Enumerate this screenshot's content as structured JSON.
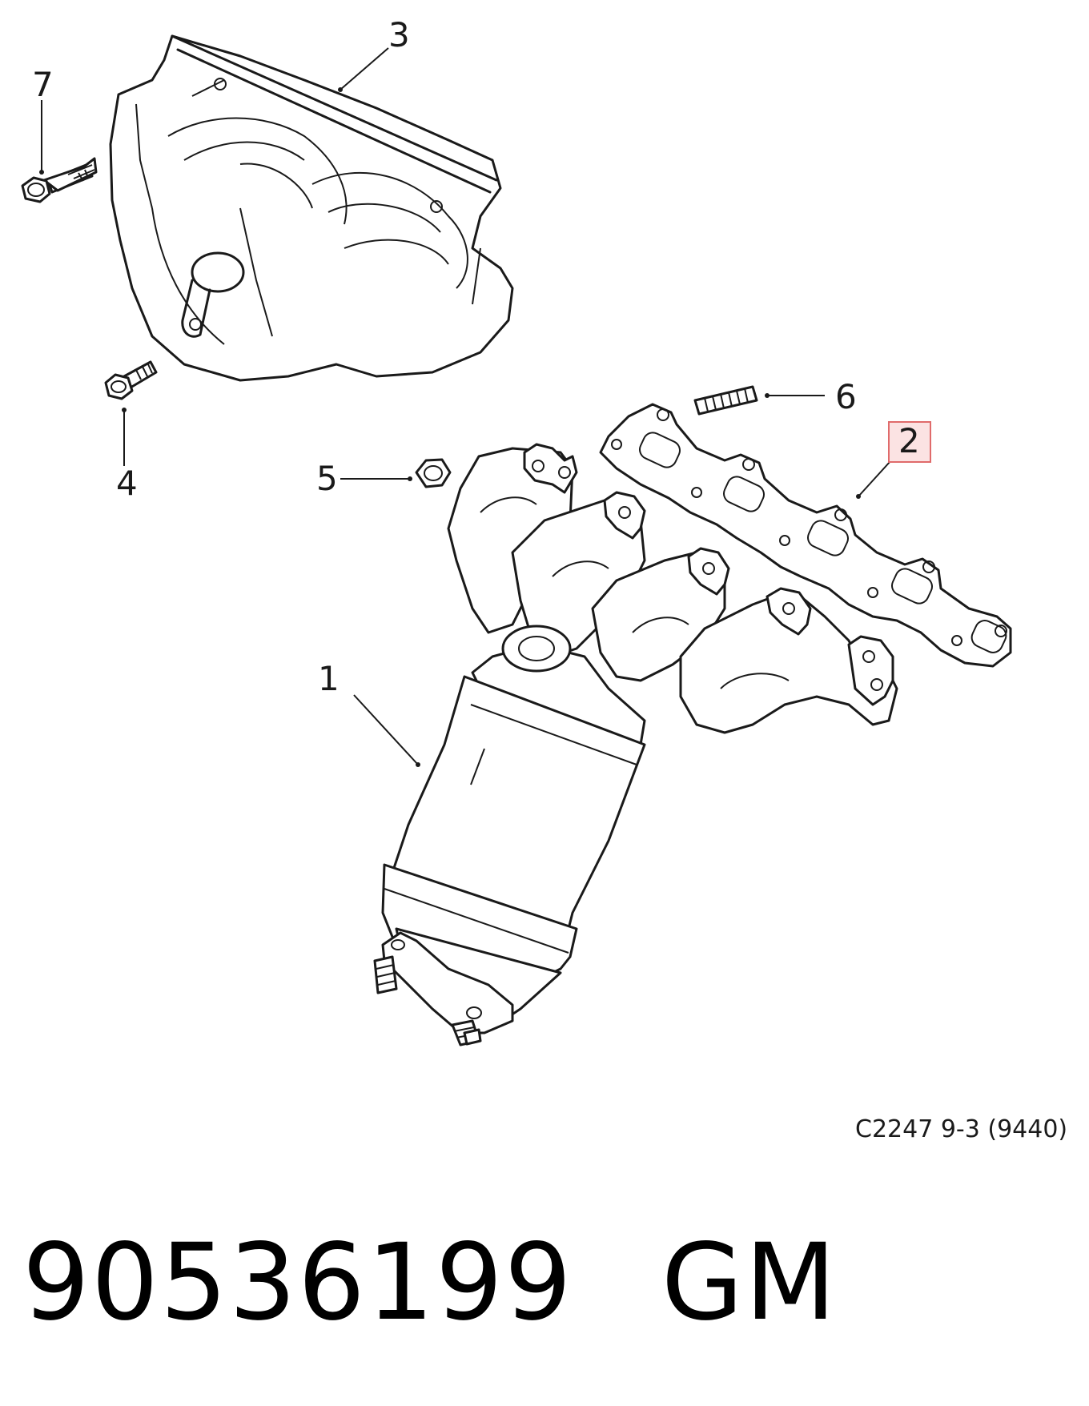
{
  "callouts": {
    "c1": "1",
    "c2": "2",
    "c3": "3",
    "c4": "4",
    "c5": "5",
    "c6": "6",
    "c7": "7"
  },
  "highlight_color": "#e06b6b",
  "highlight_fill": "#fbe3e3",
  "reference_code": "C2247 9-3 (9440)",
  "part_number": "90536199",
  "brand": "GM"
}
